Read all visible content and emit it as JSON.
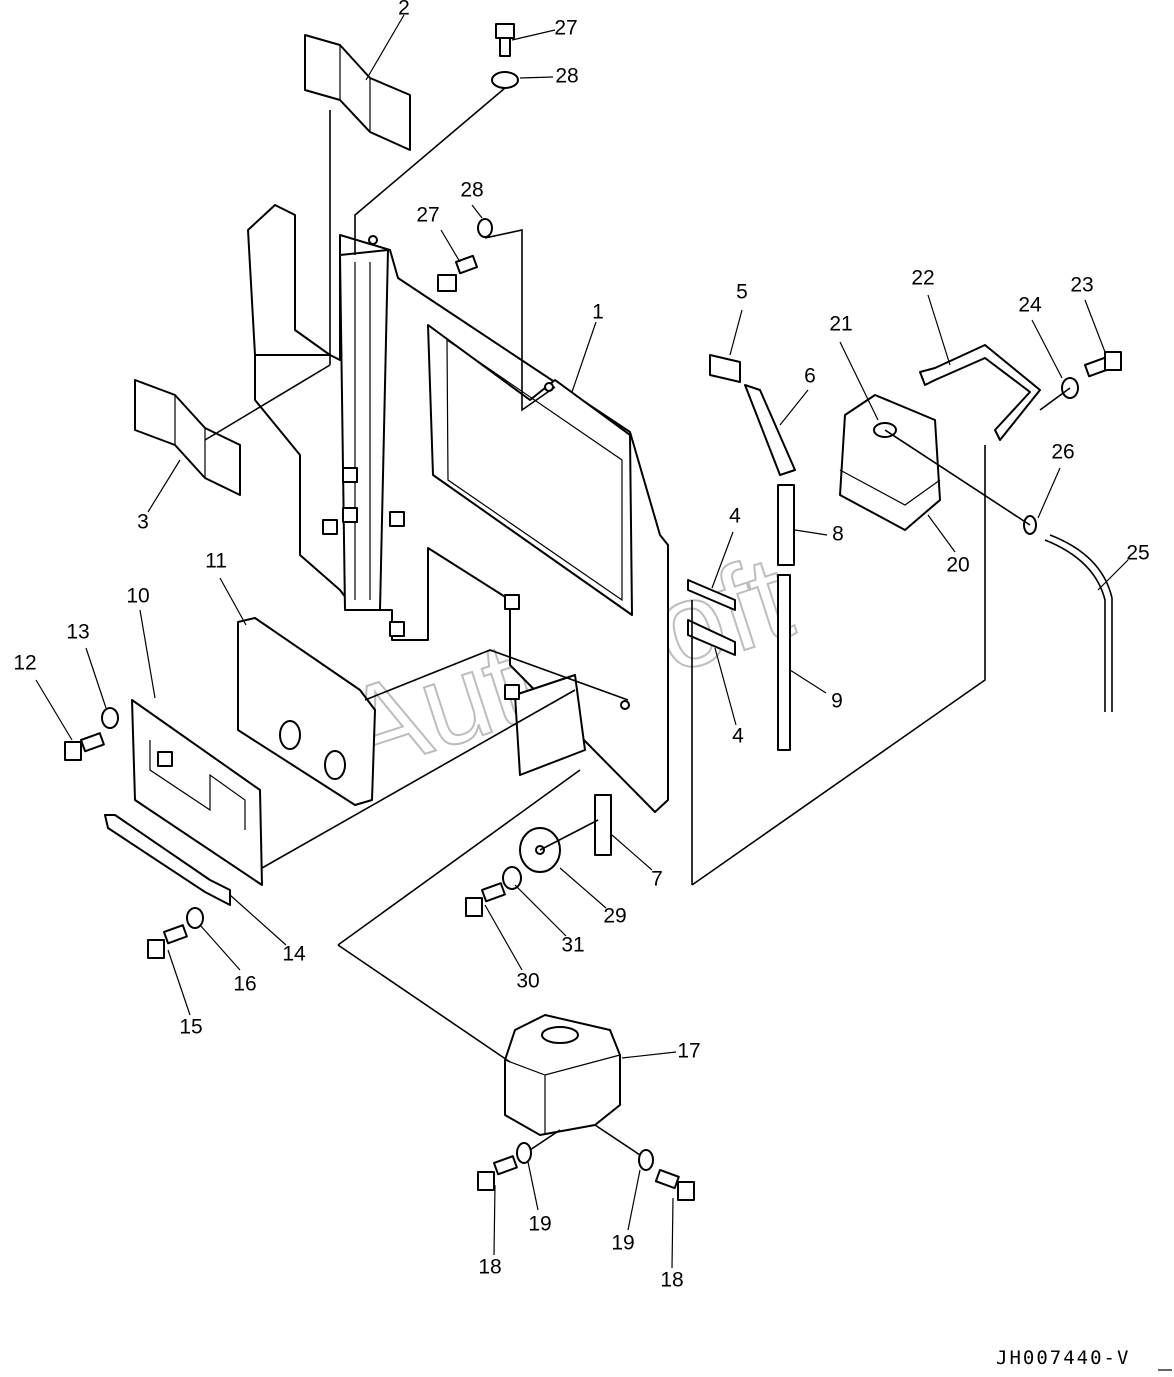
{
  "diagram_code": "JH007440-V",
  "watermark": "AutoSoft",
  "callouts": [
    "2",
    "27",
    "28",
    "27",
    "28",
    "1",
    "5",
    "6",
    "21",
    "22",
    "24",
    "23",
    "3",
    "26",
    "4",
    "8",
    "20",
    "25",
    "11",
    "10",
    "13",
    "12",
    "9",
    "4",
    "7",
    "29",
    "31",
    "30",
    "14",
    "16",
    "15",
    "17",
    "19",
    "19",
    "18",
    "18"
  ]
}
